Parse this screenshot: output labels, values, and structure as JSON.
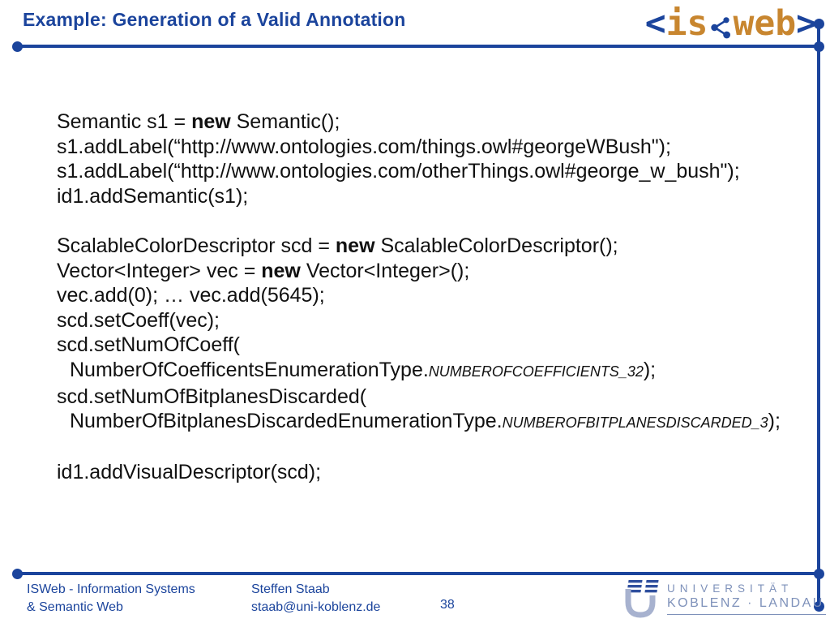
{
  "title": "Example: Generation of a Valid Annotation",
  "colors": {
    "accent_blue": "#1B449C",
    "logo_orange": "#C8862F",
    "code_text": "#111111",
    "university_logo_blue": "#7E91BA"
  },
  "brand_logo": {
    "open_bracket": "<",
    "is_text": "is",
    "web_text": "web",
    "close_bracket": ">",
    "icon": "molecule-network-icon"
  },
  "code": {
    "lines": [
      {
        "indent": false,
        "segments": [
          {
            "text": "Semantic s1 = ",
            "style": "normal"
          },
          {
            "text": "new",
            "style": "bold"
          },
          {
            "text": " Semantic();",
            "style": "normal"
          }
        ]
      },
      {
        "indent": false,
        "segments": [
          {
            "text": "s1.addLabel(“http://www.ontologies.com/things.owl#georgeWBush\");",
            "style": "normal"
          }
        ]
      },
      {
        "indent": false,
        "segments": [
          {
            "text": "s1.addLabel(“http://www.ontologies.com/otherThings.owl#george_w_bush\");",
            "style": "normal"
          }
        ]
      },
      {
        "indent": false,
        "segments": [
          {
            "text": "id1.addSemantic(s1);",
            "style": "normal"
          }
        ]
      },
      {
        "indent": false,
        "segments": []
      },
      {
        "indent": false,
        "segments": [
          {
            "text": "ScalableColorDescriptor scd = ",
            "style": "normal"
          },
          {
            "text": "new",
            "style": "bold"
          },
          {
            "text": " ScalableColorDescriptor();",
            "style": "normal"
          }
        ]
      },
      {
        "indent": false,
        "segments": [
          {
            "text": "Vector<Integer> vec = ",
            "style": "normal"
          },
          {
            "text": "new",
            "style": "bold"
          },
          {
            "text": " Vector<Integer>();",
            "style": "normal"
          }
        ]
      },
      {
        "indent": false,
        "segments": [
          {
            "text": "vec.add(0); … vec.add(5645);",
            "style": "normal"
          }
        ]
      },
      {
        "indent": false,
        "segments": [
          {
            "text": "scd.setCoeff(vec);",
            "style": "normal"
          }
        ]
      },
      {
        "indent": false,
        "segments": [
          {
            "text": "scd.setNumOfCoeff(",
            "style": "normal"
          }
        ]
      },
      {
        "indent": true,
        "segments": [
          {
            "text": "NumberOfCoefficentsEnumerationType.",
            "style": "normal"
          },
          {
            "text": "NUMBEROFCOEFFICIENTS_32",
            "style": "italic-small"
          },
          {
            "text": ");",
            "style": "normal"
          }
        ]
      },
      {
        "indent": false,
        "segments": [
          {
            "text": "scd.setNumOfBitplanesDiscarded(",
            "style": "normal"
          }
        ]
      },
      {
        "indent": true,
        "segments": [
          {
            "text": "NumberOfBitplanesDiscardedEnumerationType.",
            "style": "normal"
          },
          {
            "text": "NUMBEROFBITPLANESDISCARDED_3",
            "style": "italic-small"
          },
          {
            "text": ");",
            "style": "normal"
          }
        ]
      },
      {
        "indent": false,
        "segments": []
      },
      {
        "indent": false,
        "segments": [
          {
            "text": "id1.addVisualDescriptor(scd);",
            "style": "normal"
          }
        ]
      }
    ]
  },
  "footer": {
    "organization_line1": "ISWeb - Information Systems",
    "organization_line2": "& Semantic Web",
    "author_name": "Steffen Staab",
    "author_email": "staab@uni-koblenz.de",
    "page_number": "38",
    "university_name_line1": "UNIVERSITÄT",
    "university_name_line2": "KOBLENZ · LANDAU"
  }
}
